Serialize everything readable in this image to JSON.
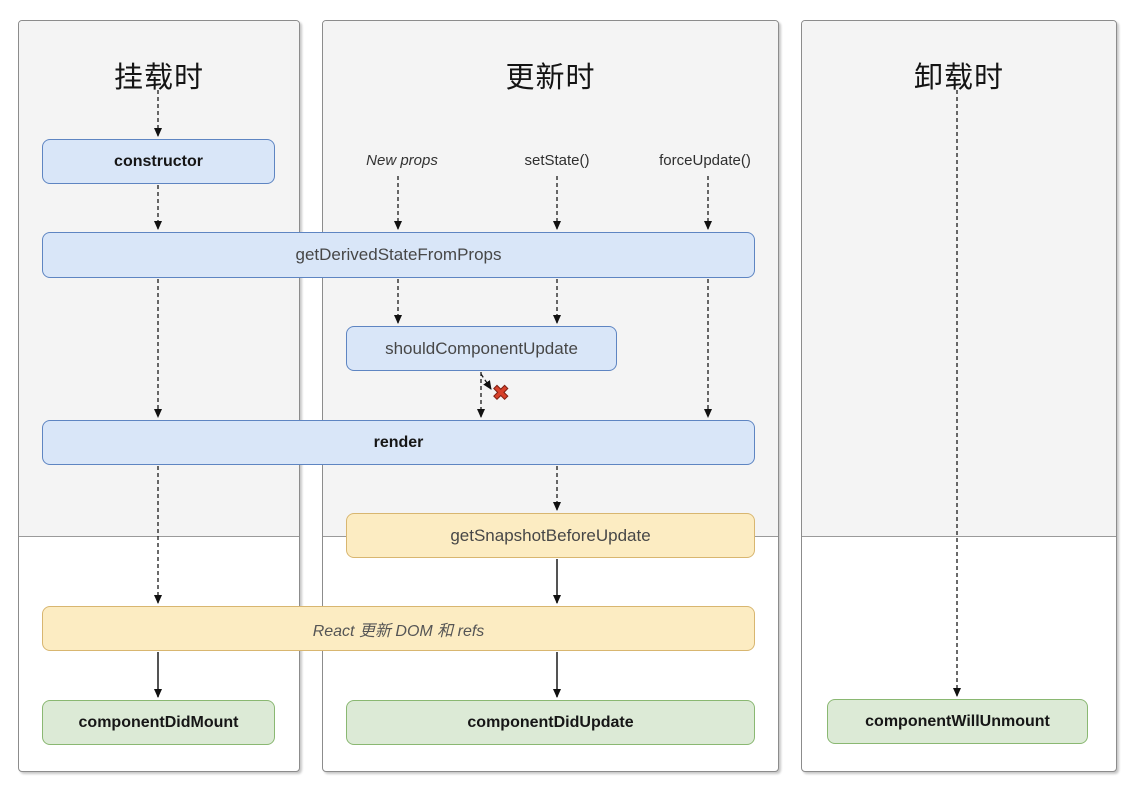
{
  "diagram": {
    "columns": [
      {
        "id": "mounting",
        "title": "挂载时"
      },
      {
        "id": "updating",
        "title": "更新时"
      },
      {
        "id": "unmounting",
        "title": "卸载时"
      }
    ],
    "triggers": {
      "new_props": "New props",
      "set_state": "setState()",
      "force_update": "forceUpdate()"
    },
    "nodes": {
      "constructor": "constructor",
      "get_derived_state_from_props": "getDerivedStateFromProps",
      "should_component_update": "shouldComponentUpdate",
      "render": "render",
      "get_snapshot_before_update": "getSnapshotBeforeUpdate",
      "react_updates_dom": "React 更新 DOM 和 refs",
      "component_did_mount": "componentDidMount",
      "component_did_update": "componentDidUpdate",
      "component_will_unmount": "componentWillUnmount"
    },
    "stop_icon": "✖",
    "colors": {
      "blue_fill": "#d9e6f8",
      "blue_border": "#5e85c2",
      "yellow_fill": "#fcecc2",
      "yellow_border": "#d8b670",
      "green_fill": "#dcead6",
      "green_border": "#8ab872",
      "panel_top_bg": "#f4f4f4",
      "panel_border": "#8c8c8c",
      "stop_red": "#d7402a"
    }
  }
}
